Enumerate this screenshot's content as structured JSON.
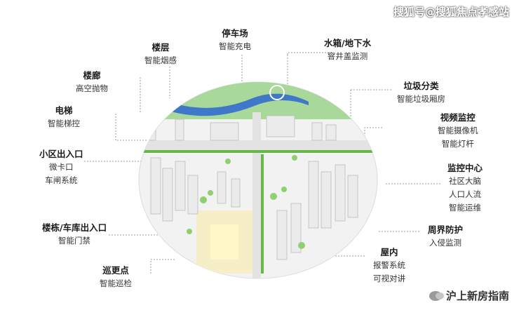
{
  "watermark_top": "搜狐号@搜狐焦点孝感站",
  "watermark_bottom": "沪上新房指南",
  "labels": [
    {
      "title": "停车场",
      "sub": [
        "智能充电"
      ]
    },
    {
      "title": "楼层",
      "sub": [
        "智能烟感"
      ]
    },
    {
      "title": "水箱/地下水",
      "sub": [
        "窨井盖监测"
      ]
    },
    {
      "title": "楼廊",
      "sub": [
        "高空抛物"
      ]
    },
    {
      "title": "垃圾分类",
      "sub": [
        "智能垃圾厢房"
      ]
    },
    {
      "title": "电梯",
      "sub": [
        "智能梯控"
      ]
    },
    {
      "title": "视频监控",
      "sub": [
        "智能摄像机",
        "智能灯杆"
      ]
    },
    {
      "title": "小区出入口",
      "sub": [
        "微卡口",
        "车闸系统"
      ]
    },
    {
      "title": "监控中心",
      "sub": [
        "社区大脑",
        "人口人流",
        "智能运维"
      ]
    },
    {
      "title": "楼栋/车库出入口",
      "sub": [
        "智能门禁"
      ]
    },
    {
      "title": "周界防护",
      "sub": [
        "入侵监测"
      ]
    },
    {
      "title": "屋内",
      "sub": [
        "报警系统",
        "可视对讲"
      ]
    },
    {
      "title": "巡更点",
      "sub": [
        "智能巡检"
      ]
    }
  ],
  "colors": {
    "park": "#a9d99a",
    "water": "#3f78c8",
    "road": "#e3e3e3",
    "green_strip": "#66b84a",
    "building": "#eeeeee"
  }
}
